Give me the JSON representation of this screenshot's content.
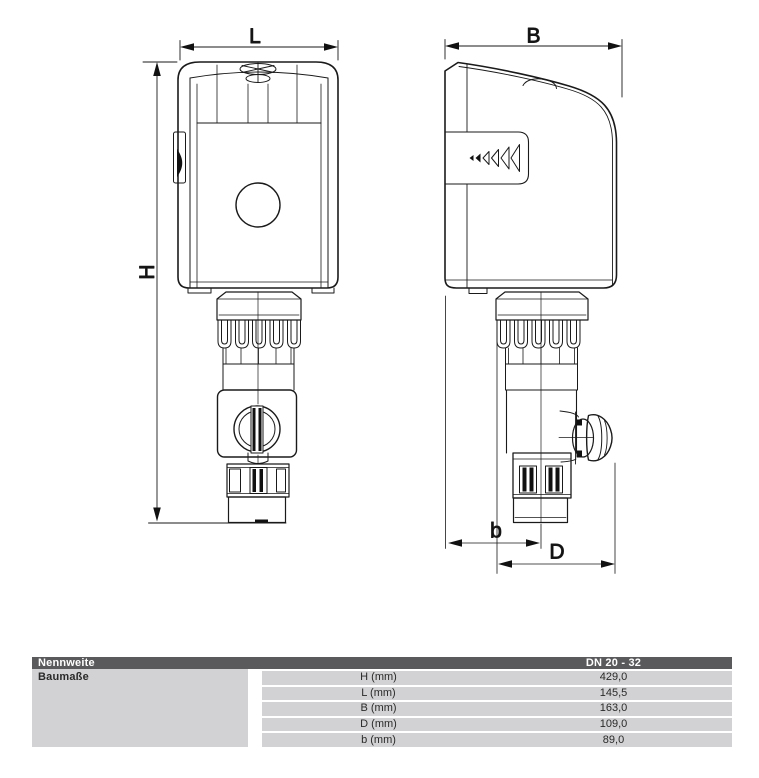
{
  "drawing": {
    "labels": {
      "length": "L",
      "height": "H",
      "width": "B",
      "depth": "b",
      "diameter": "D"
    }
  },
  "table": {
    "header_label": "Nennweite",
    "header_value": "DN 20 - 32",
    "group_label": "Baumaße",
    "rows": [
      {
        "label": "H (mm)",
        "value": "429,0"
      },
      {
        "label": "L (mm)",
        "value": "145,5"
      },
      {
        "label": "B (mm)",
        "value": "163,0"
      },
      {
        "label": "D (mm)",
        "value": "109,0"
      },
      {
        "label": "b (mm)",
        "value": "89,0"
      }
    ],
    "colors": {
      "header_bg": "#5a5a5c",
      "header_text": "#ffffff",
      "row_bg": "#d2d2d4"
    }
  }
}
